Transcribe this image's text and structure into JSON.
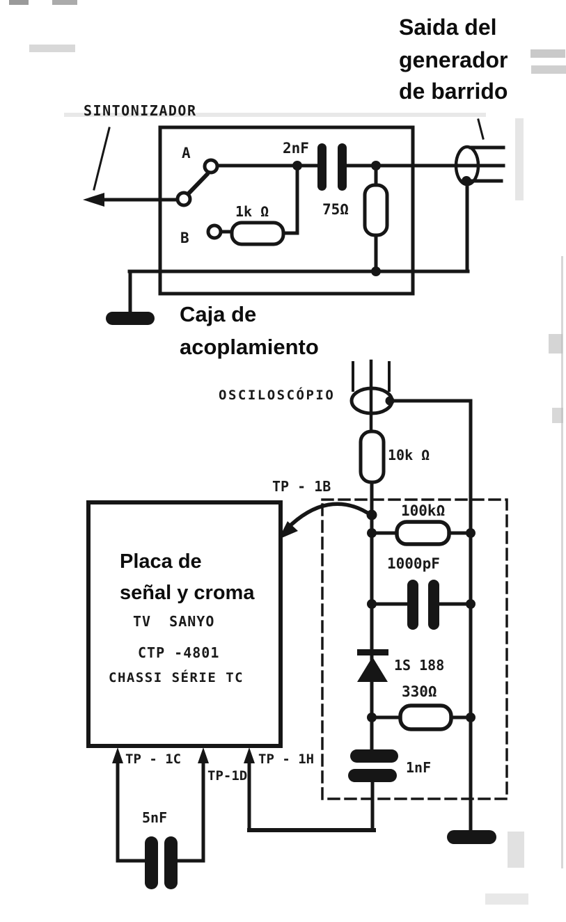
{
  "colors": {
    "ink": "#161616",
    "paper": "#ffffff"
  },
  "generator_label": {
    "line1": "Saida del",
    "line2": "generador",
    "line3": "de barrido"
  },
  "tuner_label": "SINTONIZADOR",
  "coupling_box": {
    "title_line1": "Caja de",
    "title_line2": "acoplamiento",
    "switch_pos_a": "A",
    "switch_pos_b": "B",
    "cap_2nf": "2nF",
    "res_1k": "1k Ω",
    "res_75": "75Ω"
  },
  "oscilloscope_label": "OSCILOSCÓPIO",
  "res_10k": "10k Ω",
  "probe_network": {
    "tp1b": "TP - 1B",
    "res_100k": "100kΩ",
    "cap_1000pf": "1000pF",
    "diode": "1S 188",
    "res_330": "330Ω",
    "cap_1nf": "1nF"
  },
  "board": {
    "title_line1": "Placa de",
    "title_line2": "señal y croma",
    "model_line1": "TV  SANYO",
    "model_line2": "CTP -4801",
    "model_line3": "CHASSI SÉRIE TC",
    "tp1c": "TP - 1C",
    "tp1d": "TP-1D",
    "tp1h": "TP - 1H"
  },
  "cap_5nf": "5nF"
}
